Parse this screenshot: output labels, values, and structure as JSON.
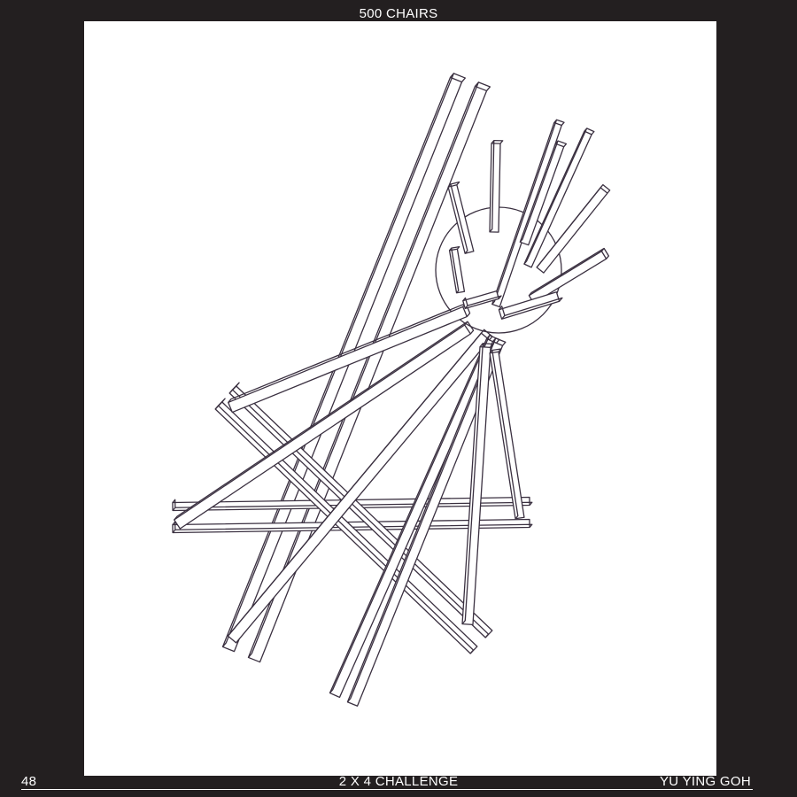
{
  "header": {
    "title": "500 CHAIRS"
  },
  "artwork": {
    "subject": "chair-sketch",
    "line_color": "#3a3040",
    "paper_color": "#ffffff"
  },
  "footer": {
    "page_number": "48",
    "section_title": "2 X 4 CHALLENGE",
    "author": "YU YING GOH"
  },
  "colors": {
    "background": "#231f20",
    "text": "#ffffff"
  }
}
